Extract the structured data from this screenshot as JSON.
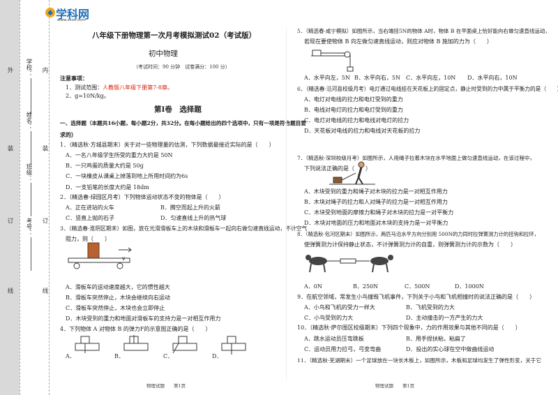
{
  "logo": {
    "name": "学科网",
    "url": "www.zxxk.com"
  },
  "binding": {
    "outer_labels": [
      "外",
      "装",
      "订",
      "线"
    ],
    "inner_labels": [
      "内",
      "装",
      "订",
      "线"
    ],
    "fields": [
      {
        "label": "学校：",
        "name": "school"
      },
      {
        "label": "姓名：",
        "name": "name"
      },
      {
        "label": "班级：",
        "name": "class"
      },
      {
        "label": "考号：",
        "name": "id"
      }
    ]
  },
  "header": {
    "title": "八年级下册物理第一次月考模拟测试02（考试版）",
    "subject": "初中物理",
    "meta": "（考试时间：90 分钟　试卷满分：100 分）"
  },
  "notes": {
    "heading": "注意事项：",
    "item1_prefix": "1．测试范围：",
    "item1_highlight": "人教版八年级下册第7-8章。",
    "item2": "2．g=10N/kg。"
  },
  "section": {
    "title": "第Ⅰ卷　选择题",
    "instructions_line1": "一、选择题（本题共16小题，每小题2分，共32分。在每小题给出的四个选项中，只有一项是符合题目要",
    "instructions_line2": "求的）"
  },
  "questions_left": [
    {
      "stem": "1．（精选秋·方城县期末）关于对一些物理量的估测，下列数据最接近实际的是（　　）",
      "options": [
        "A．一名八年级学生所受的重力大约是 50N",
        "B．一只鸡蛋的质量大约是 50g",
        "C．一块橡皮从课桌上掉落到地上所用时间约为6s",
        "D．一支铅笔的长度大约是 18dm"
      ]
    },
    {
      "stem": "2．（精选春·绿园区月考）下列物体运动状态不变的物体是（　　）",
      "options": [
        "A．正在进站的火车",
        "B．腾空而起上升的火箭",
        "C．竖直上抛的石子",
        "D．匀速直线上升的热气球"
      ]
    },
    {
      "stem_line1": "3．（精选春·淮阴区期末）如图，放在光滑滑板车上的木块和滑板车一起向右做匀速直线运动，不计空气",
      "stem_line2": "阻力，则（　　）",
      "figure_v": "v",
      "options": [
        "A．滑板车的运动速度越大，它的惯性越大",
        "B．滑板车突然停止，木块会继续向右运动",
        "C．滑板车突然停止，木块也会立即停止",
        "D．木块受到的重力和地面对滑板车的支持力是一对相互作用力"
      ]
    },
    {
      "stem": "4．下列物体 A 对物体 B 的弹力F的示意图正确的是（　　）",
      "options": [
        "A．",
        "B．",
        "C．",
        "D．"
      ]
    }
  ],
  "questions_right": [
    {
      "stem_line1": "5．（精选春·咸宁模拟）如图所示，当右端挂5N的物体 A时，物体 B 在平面桌上恰好能向右做匀速直线运动，",
      "stem_line2": "若现在要使物体 B 向左做匀速直线运动，则应对物体 B 施加的力为（　　）",
      "options": [
        "A．水平向左，5N",
        "B．水平向右，5N",
        "C．水平向左，10N",
        "D．水平向右，10N"
      ]
    },
    {
      "stem": "6．（精选春·沿河县校级月考）电灯通过电线挂在天花板上的固定点，静止时受到的力中属于平衡力的是（　　）",
      "options": [
        "A．电灯对电线的拉力和电灯受到的重力",
        "B．电线对电灯的拉力和电灯受到的重力",
        "C．电灯对电线的拉力和电线对电灯的拉力",
        "D．天花板对电线的拉力和电线对天花板的拉力"
      ]
    },
    {
      "stem_line1": "7．（精选秋·深圳校级月考）如图所示，人用绳子拉着木块在水平地面上做匀速直线运动，在该过程中，",
      "stem_line2": "下列说法正确的是（　　）",
      "options": [
        "A．木块受到的重力和绳子对木块的拉力是一对相互作用力",
        "B．木块对绳子的拉力和人对绳子的拉力是一对相互作用力",
        "C．木块受到地面的摩擦力和绳子对木块的拉力是一对平衡力",
        "D．木块对地面的压力和地面对木块的支持力是一对平衡力"
      ]
    },
    {
      "stem_line1": "8．（精选秋·包河区期末）如图所示，两匹马沿水平方向分别用 500N的力同时拉弹簧测力计的挂钩和拉环，",
      "stem_line2": "使弹簧测力计保持静止状态，不计弹簧测力计的自重，则弹簧测力计的示数为（　　）",
      "options": [
        "A．0N",
        "B．250N",
        "C．500N",
        "D．1000N"
      ]
    },
    {
      "stem": "9．在航空领域，常发生小鸟撞毁飞机事件，下列关于小鸟和飞机相撞时的说法正确的是（　　）",
      "options": [
        "A．小鸟和飞机的受力一样大",
        "B．飞机受到的力大",
        "C．小鸟受到的力大",
        "D．主动撞击的一方产生的力大"
      ]
    },
    {
      "stem": "10．（精选秋·萨尔图区校级期末）下列四个现象中，力的作用效果与其他不同的是（　　）",
      "options": [
        "A．跳水运动员压弯跳板",
        "B．用手捏扶粘，粘扁了",
        "C．运动员用力拉弓，弓变弯曲",
        "D．投出的实心球在空中做曲线运动"
      ]
    },
    {
      "stem": "11．（精选秋·芜湖期末）一个足球放在一块长木板上，如图所示，木板和足球均发生了弹性形变，关于它"
    }
  ],
  "footers": {
    "left": "物理试题　　第1页",
    "right": "物理试题　　第1页"
  }
}
